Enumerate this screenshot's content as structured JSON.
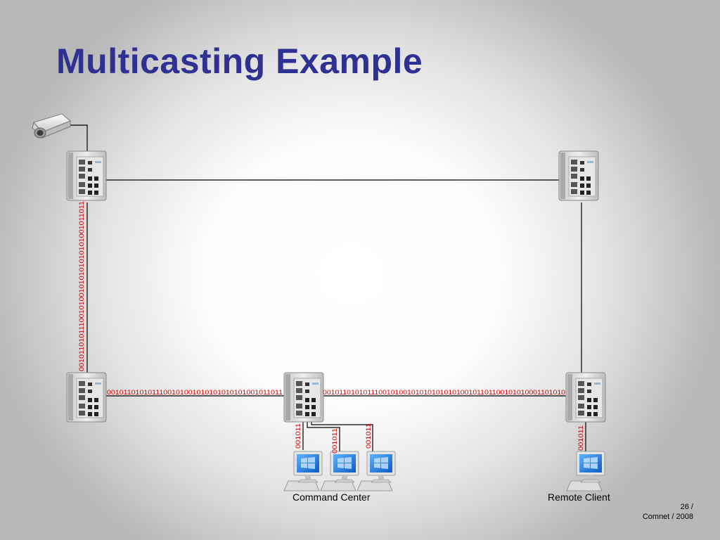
{
  "slide": {
    "title": "Multicasting  Example"
  },
  "labels": {
    "command_center": "Command Center",
    "remote_client": "Remote Client"
  },
  "footer": {
    "page": "26 /",
    "org": "Comnet  / 2008"
  },
  "streams": {
    "vertical_left": "00101101011100101001010101010101001011011",
    "bottom_left": "0010110101011100101001010101010101001011011",
    "bottom_right": "001011010101110010100101010101010100101101100101010001101010",
    "drop_1": "001011",
    "drop_2": "001011",
    "drop_3": "001011",
    "drop_remote": "001011"
  },
  "colors": {
    "title": "#2e3192",
    "stream": "#d10000",
    "screen": "#1f77d9"
  },
  "icons": [
    "camera-icon",
    "network-switch-icon",
    "computer-icon"
  ]
}
